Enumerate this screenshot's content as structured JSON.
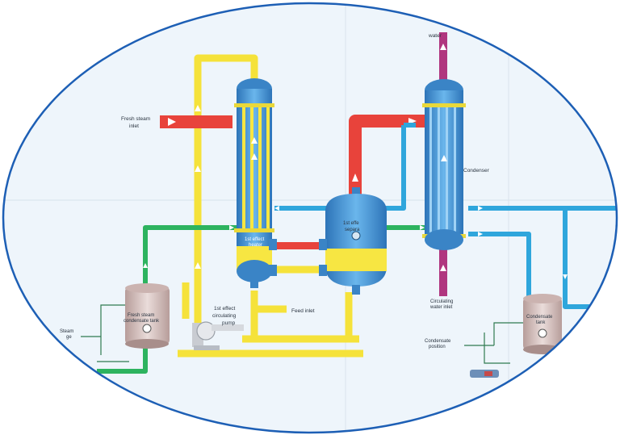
{
  "labels": {
    "fresh_steam_line1": "Fresh steam",
    "fresh_steam_line2": "inlet",
    "first_effect_heater_line1": "1st effect",
    "first_effect_heater_line2": "heater",
    "separator_line1": "1st effe",
    "separator_line2": "separa",
    "condenser": "Condenser",
    "water_top": "water",
    "circulating_line1": "Circulating",
    "circulating_line2": "water inlet",
    "feed_inlet": "Feed inlet",
    "pump_line1": "1st effect",
    "pump_line2": "circulating",
    "pump_line3": "pump",
    "steam_tank_line1": "Fresh steam",
    "steam_tank_line2": "condensate tank",
    "condensate_tank_line1": "Condensate",
    "condensate_tank_line2": "tank",
    "condensate_position_line1": "Condensate",
    "condensate_position_line2": "position",
    "steam_left_line1": "Steam",
    "steam_left_line2": "ge"
  },
  "colors": {
    "border": "#1d5fb5",
    "background": "#eef5fb",
    "steam_pipe": "#e8433b",
    "yellow_pipe": "#f5e23a",
    "blue_pipe": "#2fa6dc",
    "green_pipe": "#2db35f",
    "magenta_pipe": "#b0367f",
    "vessel_blue": "#3f8fd0",
    "vessel_yellow": "#f7e642",
    "tank": "#d8c3c0"
  }
}
